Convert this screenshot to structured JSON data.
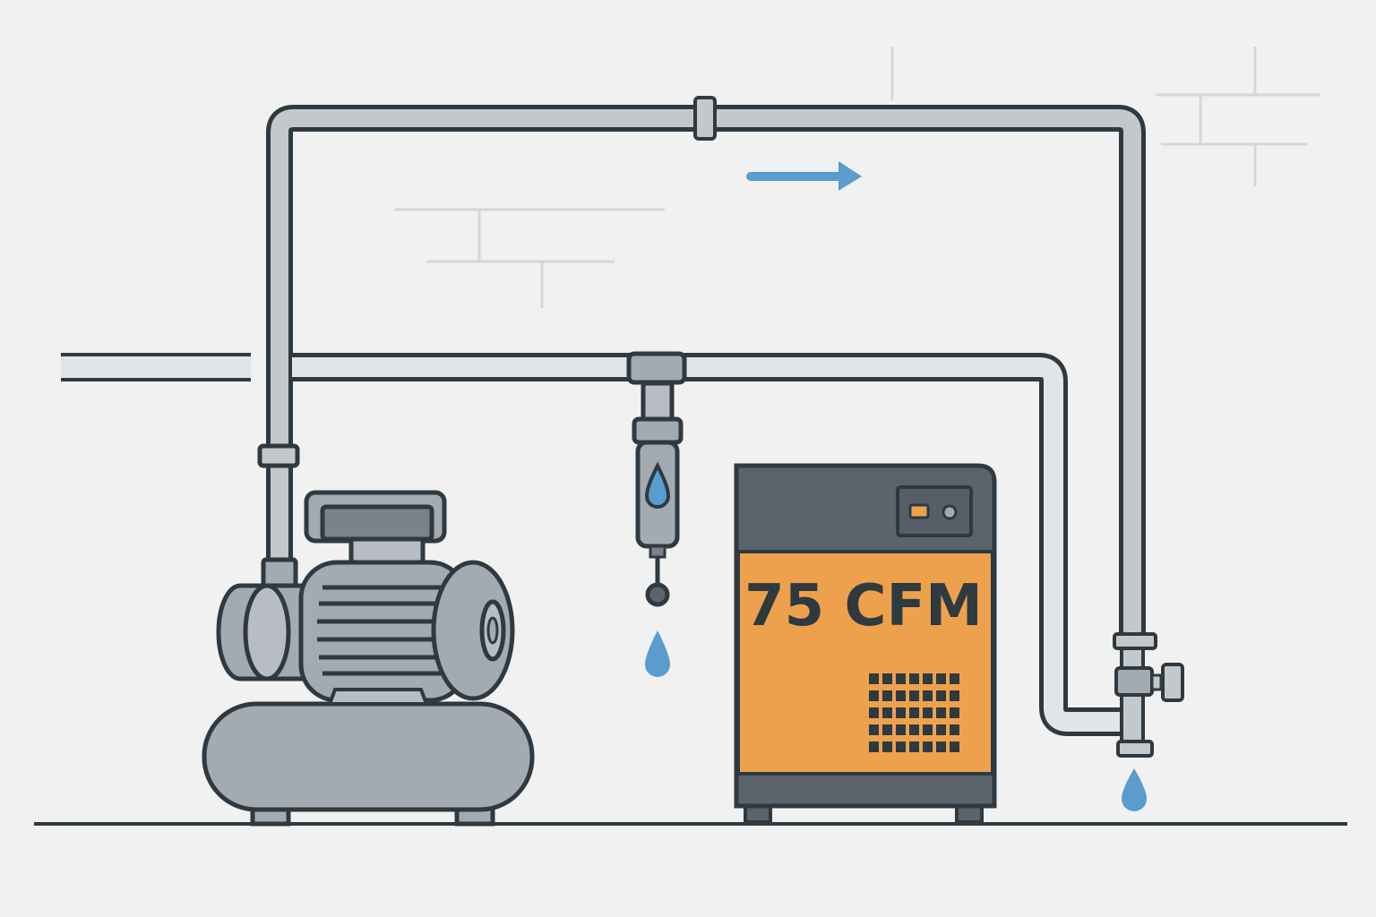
{
  "diagram": {
    "type": "compressed air system illustration",
    "colors": {
      "background": "#f1f1f1",
      "outline": "#2f3940",
      "pipe_fill": "#c3c8cd",
      "pipe_light": "#e2e5e7",
      "metal": "#a4aab1",
      "metal_dark": "#7b828a",
      "dryer_dark": "#5b636c",
      "dryer_orange": "#eea14c",
      "water": "#5b9ccf",
      "wall_lines": "#d6d6d6"
    },
    "components": {
      "compressor": {
        "name": "Air compressor with receiver tank"
      },
      "filter": {
        "name": "Inline filter with drain"
      },
      "dryer": {
        "name": "Refrigerated air dryer",
        "label": "75 CFM"
      },
      "drain_valve": {
        "name": "Drop-leg drain valve"
      },
      "flow_arrow": {
        "direction": "right"
      }
    }
  }
}
